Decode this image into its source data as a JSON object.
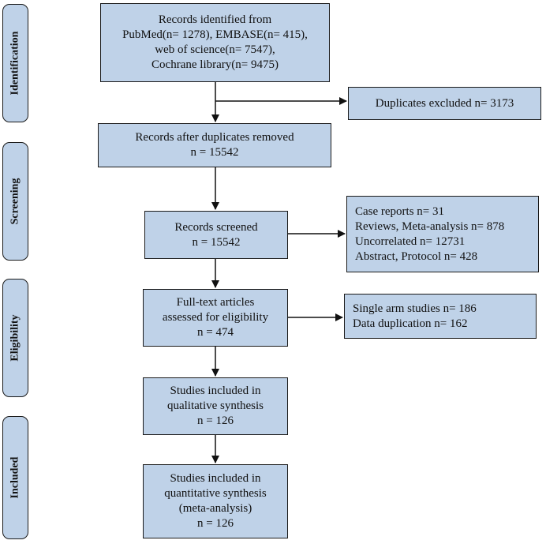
{
  "stages": [
    {
      "id": "identification",
      "label": "Identification"
    },
    {
      "id": "screening",
      "label": "Screening"
    },
    {
      "id": "eligibility",
      "label": "Eligibility"
    },
    {
      "id": "included",
      "label": "Included"
    }
  ],
  "boxes": {
    "identified": {
      "lines": [
        "Records identified from",
        "PubMed(n= 1278), EMBASE(n= 415),",
        "web of science(n= 7547),",
        "Cochrane library(n= 9475)"
      ]
    },
    "duplicates_excluded": {
      "lines": [
        "Duplicates excluded n= 3173"
      ]
    },
    "after_duplicates": {
      "lines": [
        "Records after duplicates removed",
        "n = 15542"
      ]
    },
    "screened": {
      "lines": [
        "Records screened",
        "n = 15542"
      ]
    },
    "screen_excluded": {
      "lines": [
        "Case reports n= 31",
        "Reviews, Meta-analysis n= 878",
        "Uncorrelated n= 12731",
        "Abstract, Protocol n= 428"
      ]
    },
    "fulltext": {
      "lines": [
        "Full-text articles",
        "assessed for eligibility",
        "n = 474"
      ]
    },
    "fulltext_excluded": {
      "lines": [
        "Single arm studies n= 186",
        "Data duplication n= 162"
      ]
    },
    "qualitative": {
      "lines": [
        "Studies included in",
        "qualitative synthesis",
        "n = 126"
      ]
    },
    "quantitative": {
      "lines": [
        "Studies included in",
        "quantitative synthesis",
        "(meta-analysis)",
        "n = 126"
      ]
    }
  },
  "colors": {
    "box_fill": "#bfd2e8",
    "border": "#1a1a1a"
  }
}
